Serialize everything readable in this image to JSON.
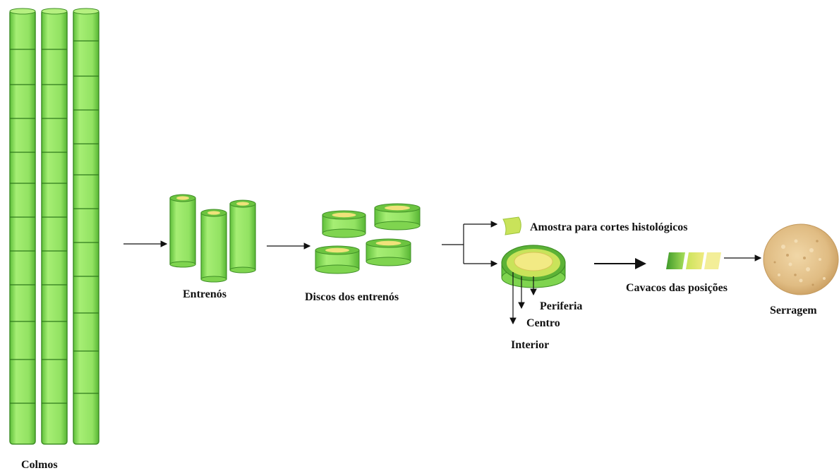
{
  "labels": {
    "colmos": "Colmos",
    "entrenos": "Entrenós",
    "discos": "Discos dos entrenós",
    "amostra": "Amostra para cortes histológicos",
    "periferia": "Periferia",
    "centro": "Centro",
    "interior": "Interior",
    "cavacos": "Cavacos das posições",
    "serragem": "Serragem"
  },
  "colors": {
    "green_light": "#9ee86a",
    "green_mid": "#7fd44f",
    "green_dark": "#3f9a2a",
    "yellow": "#efe27a",
    "sawdust": "#e3c189",
    "arrow": "#111111"
  }
}
